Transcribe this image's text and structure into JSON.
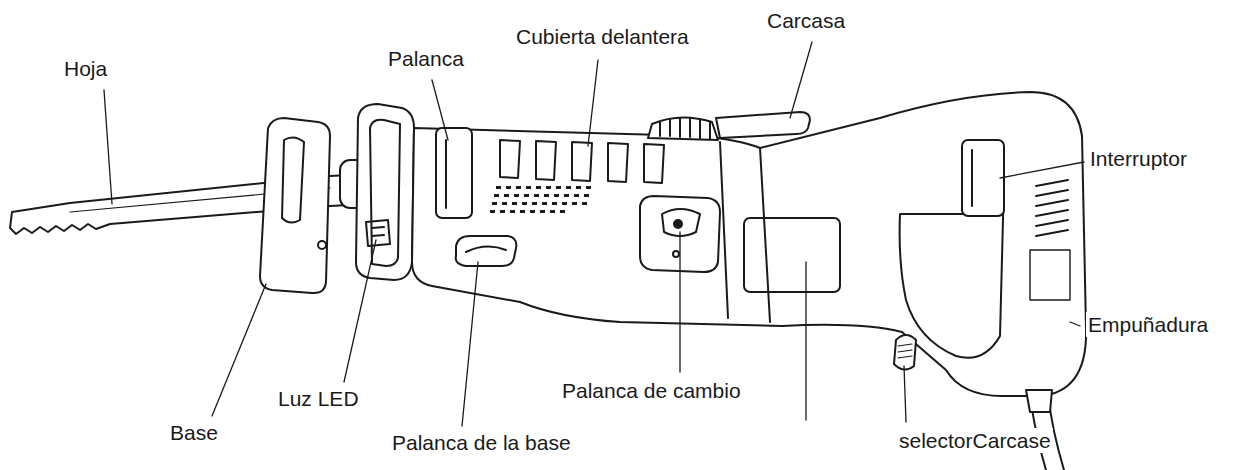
{
  "diagram": {
    "labels": [
      "Hoja",
      "Palanca",
      "Cubierta delantera",
      "Carcasa",
      "Interruptor",
      "Empuñadura",
      "selectorCarcase",
      "Palanca de cambio",
      "Palanca de la base",
      "Luz LED",
      "Base"
    ]
  }
}
